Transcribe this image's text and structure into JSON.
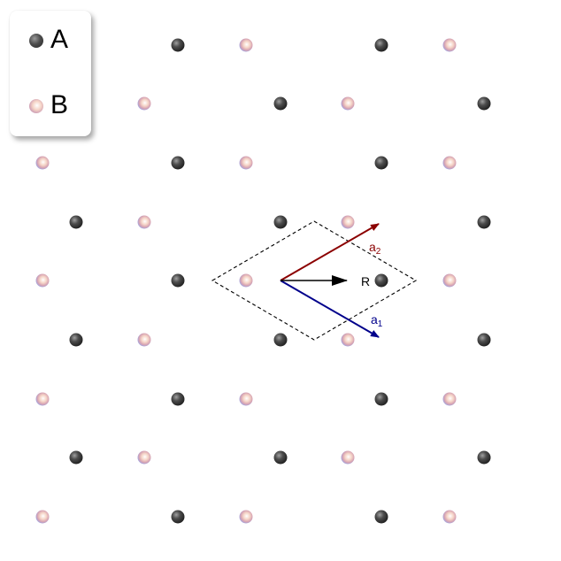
{
  "legend": {
    "items": [
      {
        "label": "A",
        "species": "A"
      },
      {
        "label": "B",
        "species": "B"
      }
    ]
  },
  "vectors": {
    "a1": {
      "label_main": "a",
      "label_sub": "1",
      "color": "#00008b"
    },
    "a2": {
      "label_main": "a",
      "label_sub": "2",
      "color": "#8b0000"
    },
    "R": {
      "label": "R",
      "color": "#000000"
    }
  },
  "unit_cell": {
    "style": "dashed"
  },
  "colors": {
    "site_A": "#4d4d4d",
    "site_B": "#f5d3c6",
    "a1_arrow": "#00008b",
    "a2_arrow": "#8b0000",
    "R_arrow": "#000000"
  }
}
